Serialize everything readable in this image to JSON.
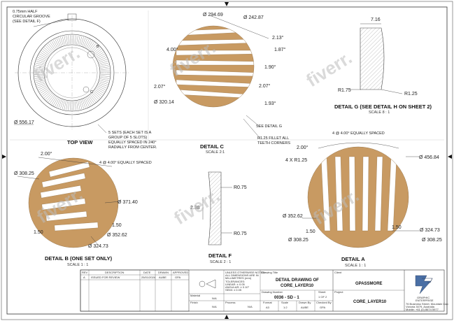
{
  "views": {
    "top": {
      "title": "TOP VIEW",
      "groove_note": [
        "0.75mm HALF",
        "CIRCULAR GROOVE",
        "(SEE DETAIL F)"
      ],
      "dia": "Ø 556.17",
      "dim_b": "B",
      "dim_c": "C",
      "slot_note": [
        "5 SETS (EACH SET IS A",
        "GROUP OF 5 SLOTS)",
        "EQUALLY SPACED IN 240°",
        "RADIALLY FROM CENTER."
      ]
    },
    "detail_c": {
      "title": "DETAIL C",
      "scale": "SCALE 2:1",
      "dims": [
        "Ø 294.69",
        "Ø 242.87",
        "2.13°",
        "1.87°",
        "4.00°",
        "1.90°",
        "2.07°",
        "2.07°",
        "Ø 320.14",
        "1.93°"
      ],
      "see_g": "SEE DETAIL G",
      "fillet_note": [
        "R1.25 FILLET ALL",
        "TEETH CORNERS"
      ]
    },
    "detail_g": {
      "title": "DETAIL G (SEE DETAIL H ON SHEET 2)",
      "scale": "SCALE 8 : 1",
      "dims": [
        "7.16",
        "R1.75",
        "R1.25"
      ]
    },
    "detail_b": {
      "title": "DETAIL B (ONE SET ONLY)",
      "scale": "SCALE 1 : 1",
      "dims": [
        "2.00°",
        "Ø 308.25",
        "4 @ 4.00° EQUALLY SPACED",
        "Ø 371.40",
        "1.50",
        "1.50",
        "Ø 352.62",
        "Ø 324.73"
      ]
    },
    "detail_f": {
      "title": "DETAIL F",
      "scale": "SCALE 2 : 1",
      "dims": [
        "R0.75",
        "2.38",
        "R0.75"
      ]
    },
    "detail_a": {
      "title": "DETAIL A",
      "scale": "SCALE 1 : 1",
      "dims": [
        "4 @ 4.00° EQUALLY SPACED",
        "2.00°",
        "4 X R1.25",
        "Ø 456.84",
        "Ø 352.62",
        "1.50",
        "1.50",
        "Ø 324.73",
        "Ø 308.25",
        "Ø 308.25"
      ]
    }
  },
  "title_block": {
    "rev_headers": [
      "REV",
      "DESCRIPTION",
      "DATE",
      "DRAWN",
      "APPROVED"
    ],
    "rev_row": [
      "A",
      "ISSUED FOR REVIEW",
      "25/01/2024",
      "AUBE",
      "GPA"
    ],
    "notes": [
      "UNLESS OTHERWISE NOTED:",
      "ALL DIMENSIONS ARE IN",
      "MILLIMETRES (mm)",
      "TOLERANCES:",
      "LINEAR:   ± 0.05",
      "ANGULAR:  ± 0.10°",
      "SEMI:     ± 0.05"
    ],
    "material_label": "Material",
    "material_value": "N/A",
    "finish_label": "Finish",
    "finish_value": "N/A",
    "process_label": "Process",
    "process_value": "N/A",
    "drawing_title_label": "Drawing Title",
    "drawing_title": [
      "DETAIL DRAWING OF",
      "CORE_LAYER10"
    ],
    "drawing_number_label": "Drawing Number",
    "drawing_number": "0036 - SD - 1",
    "sheet_label": "Sheet",
    "sheet": "1 OF 2",
    "format_label": "Format",
    "format": "A3",
    "scale_label": "Scale",
    "scale": "1:2",
    "drawn_label": "Drawn By",
    "drawn": "AUBE",
    "checked_label": "Checked By",
    "checked": "GPA",
    "client_label": "Client",
    "client": "GPASSMORE",
    "project_label": "Project",
    "project": "CORE_LAYER10",
    "company": "GRAPHIC",
    "company_sub": "ENTERPRISE",
    "address": [
      "76 Business Street, Mountain Cap",
      "Victoria 3079, Australia",
      "Mobile: +61 (0) 8674 5977"
    ]
  },
  "watermark": "fiverr.",
  "colors": {
    "bronze": "#c89a62",
    "line": "#333333"
  }
}
